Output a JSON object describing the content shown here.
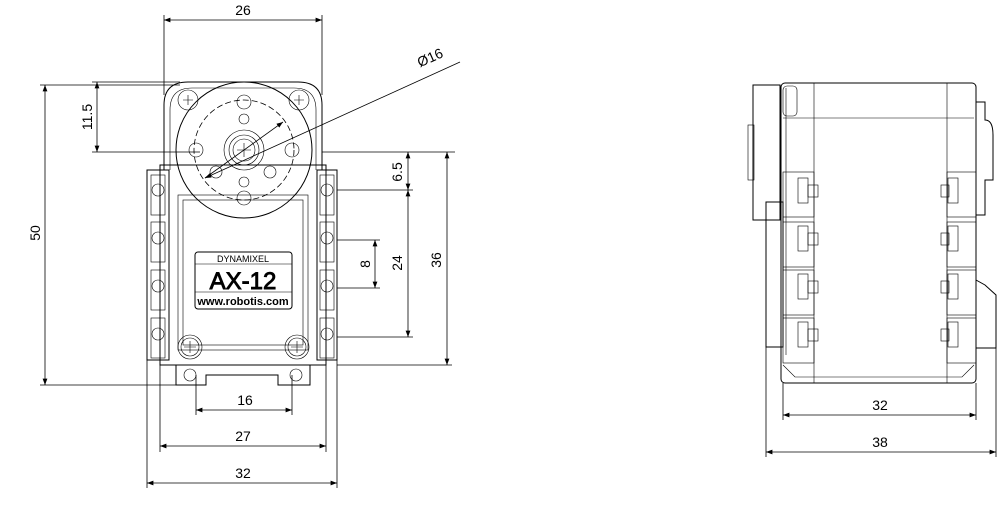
{
  "drawing": {
    "front_view": {
      "label_brand": "DYNAMIXEL",
      "label_model": "AX-12",
      "label_url": "www.robotis.com"
    },
    "dimensions": {
      "top_width": "26",
      "horn_offset": "11.5",
      "total_height": "50",
      "horn_diameter": "Ø16",
      "upper_offset": "6.5",
      "hole_spacing_vertical": "8",
      "frame_height": "24",
      "body_height": "36",
      "bottom_hole_spacing": "16",
      "inner_width": "27",
      "outer_width": "32",
      "side_inner_depth": "32",
      "side_outer_depth": "38"
    }
  }
}
